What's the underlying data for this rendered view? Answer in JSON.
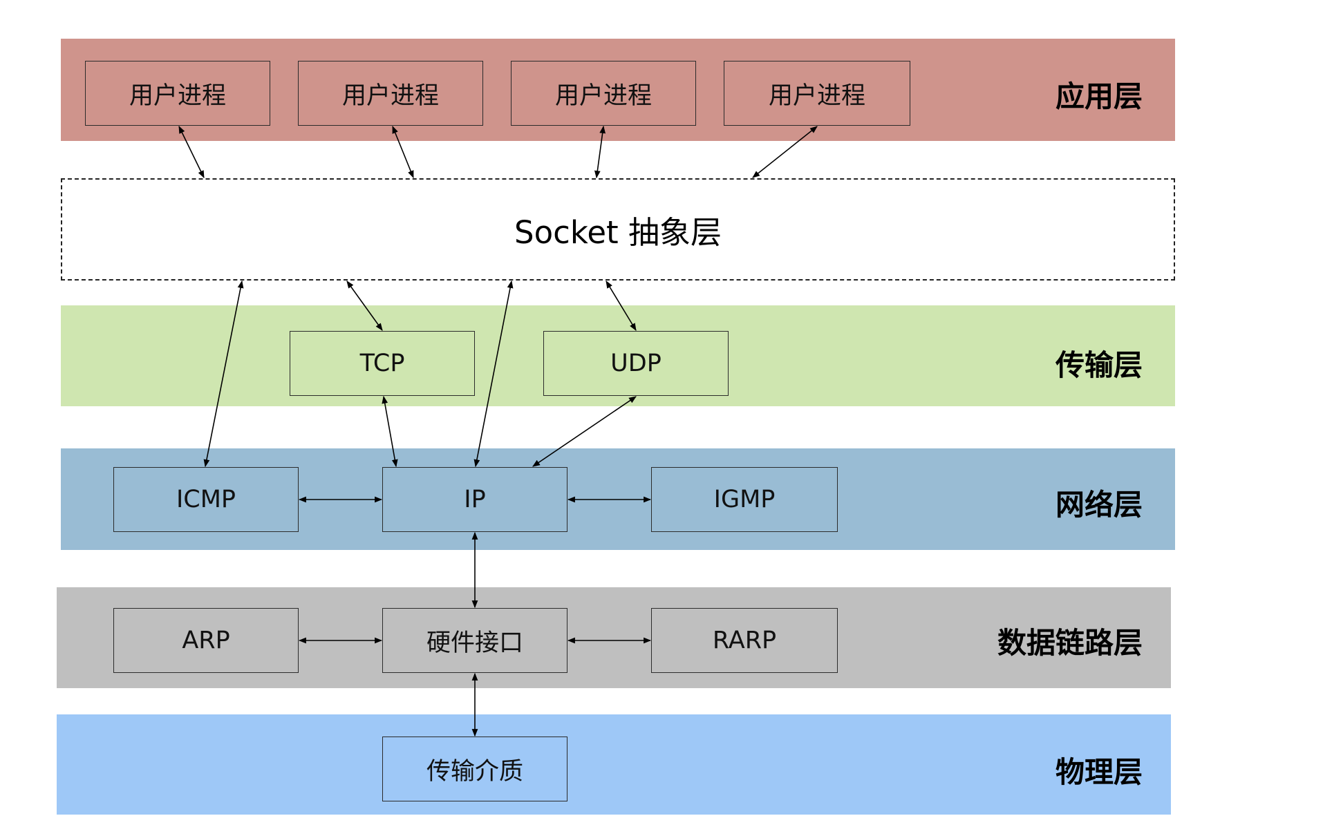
{
  "colors": {
    "application": "#cf948c",
    "transport": "#cfe6b0",
    "network": "#99bcd4",
    "datalink": "#bfbfbf",
    "physical": "#9ec8f7",
    "socket_fill": "#ffffff",
    "stroke": "#2a2a2a"
  },
  "layers": {
    "application": "应用层",
    "transport": "传输层",
    "network": "网络层",
    "datalink": "数据链路层",
    "physical": "物理层"
  },
  "socket_label": "Socket 抽象层",
  "nodes": {
    "proc1": "用户进程",
    "proc2": "用户进程",
    "proc3": "用户进程",
    "proc4": "用户进程",
    "tcp": "TCP",
    "udp": "UDP",
    "icmp": "ICMP",
    "ip": "IP",
    "igmp": "IGMP",
    "arp": "ARP",
    "hw": "硬件接口",
    "rarp": "RARP",
    "medium": "传输介质"
  },
  "connections": [
    {
      "from": "proc1",
      "to": "socket",
      "bidirectional": true
    },
    {
      "from": "proc2",
      "to": "socket",
      "bidirectional": true
    },
    {
      "from": "proc3",
      "to": "socket",
      "bidirectional": true
    },
    {
      "from": "proc4",
      "to": "socket",
      "bidirectional": true
    },
    {
      "from": "socket",
      "to": "icmp",
      "bidirectional": true
    },
    {
      "from": "socket",
      "to": "tcp",
      "bidirectional": true
    },
    {
      "from": "socket",
      "to": "ip",
      "bidirectional": true
    },
    {
      "from": "socket",
      "to": "udp",
      "bidirectional": true
    },
    {
      "from": "tcp",
      "to": "ip",
      "bidirectional": true
    },
    {
      "from": "udp",
      "to": "ip",
      "bidirectional": true
    },
    {
      "from": "icmp",
      "to": "ip",
      "bidirectional": true
    },
    {
      "from": "ip",
      "to": "igmp",
      "bidirectional": true
    },
    {
      "from": "ip",
      "to": "hw",
      "bidirectional": true
    },
    {
      "from": "arp",
      "to": "hw",
      "bidirectional": true
    },
    {
      "from": "hw",
      "to": "rarp",
      "bidirectional": true
    },
    {
      "from": "hw",
      "to": "medium",
      "bidirectional": true
    }
  ]
}
